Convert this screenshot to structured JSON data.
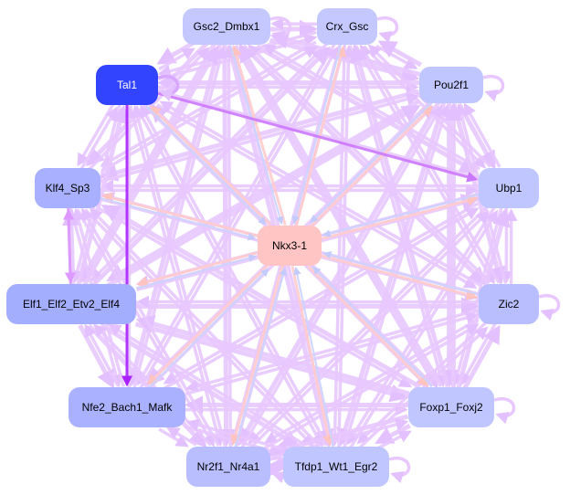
{
  "diagram": {
    "type": "directed-network",
    "colors": {
      "edge_default": "#e8c8ff",
      "edge_strong": "#cc77ff",
      "edge_strongest": "#aa22ff",
      "edge_center_out": "#ffcccc",
      "edge_center_in": "#ccd4ff",
      "node_default": "#c4c8ff",
      "node_mid": "#a8b0ff",
      "node_highlight": "#3344ff",
      "node_center": "#ffc4c4",
      "label_dark": "#000000",
      "label_light": "#ffffff"
    },
    "nodes": [
      {
        "id": "gsc2",
        "label": "Gsc2_Dmbx1",
        "fill": "#c4c8ff",
        "text": "#000000"
      },
      {
        "id": "crx",
        "label": "Crx_Gsc",
        "fill": "#c4c8ff",
        "text": "#000000"
      },
      {
        "id": "tal1",
        "label": "Tal1",
        "fill": "#3344ff",
        "text": "#ffffff"
      },
      {
        "id": "pou2f1",
        "label": "Pou2f1",
        "fill": "#c0c6ff",
        "text": "#000000"
      },
      {
        "id": "klf4",
        "label": "Klf4_Sp3",
        "fill": "#a8b0ff",
        "text": "#000000"
      },
      {
        "id": "ubp1",
        "label": "Ubp1",
        "fill": "#c0c6ff",
        "text": "#000000"
      },
      {
        "id": "nkx3",
        "label": "Nkx3-1",
        "fill": "#ffc4c4",
        "text": "#000000"
      },
      {
        "id": "elf1",
        "label": "Elf1_Elf2_Etv2_Elf4",
        "fill": "#a4aeff",
        "text": "#000000"
      },
      {
        "id": "zic2",
        "label": "Zic2",
        "fill": "#b8beff",
        "text": "#000000"
      },
      {
        "id": "nfe2",
        "label": "Nfe2_Bach1_Mafk",
        "fill": "#aab2ff",
        "text": "#000000"
      },
      {
        "id": "foxp1",
        "label": "Foxp1_Foxj2",
        "fill": "#c0c6ff",
        "text": "#000000"
      },
      {
        "id": "nr2f1",
        "label": "Nr2f1_Nr4a1",
        "fill": "#b8beff",
        "text": "#000000"
      },
      {
        "id": "tfdp1",
        "label": "Tfdp1_Wt1_Egr2",
        "fill": "#c0c6ff",
        "text": "#000000"
      }
    ],
    "self_loops": [
      "gsc2",
      "crx",
      "tal1",
      "pou2f1",
      "zic2",
      "foxp1",
      "nr2f1",
      "tfdp1"
    ],
    "highlight_edges": [
      {
        "from": "tal1",
        "to": "ubp1",
        "color": "#cc77ff"
      },
      {
        "from": "tal1",
        "to": "nfe2",
        "color": "#aa22ff"
      },
      {
        "from": "klf4",
        "to": "elf1",
        "color": "#dd99ff"
      }
    ],
    "center_node": "nkx3"
  }
}
